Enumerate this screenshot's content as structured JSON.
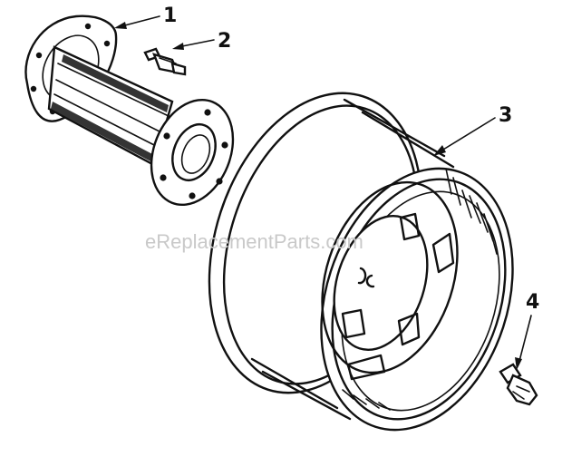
{
  "callouts": {
    "part1": "1",
    "part2": "2",
    "part3": "3",
    "part4": "4"
  },
  "watermark": "eReplacementParts.com",
  "parts": [
    {
      "callout": "1",
      "icon": "wheel-hub-spacer-icon"
    },
    {
      "callout": "2",
      "icon": "grease-fitting-icon"
    },
    {
      "callout": "3",
      "icon": "wheel-rim-icon"
    },
    {
      "callout": "4",
      "icon": "lug-bolt-icon"
    }
  ],
  "colors": {
    "ink": "#111111",
    "paper": "#ffffff",
    "watermark": "#c9c9c9"
  }
}
